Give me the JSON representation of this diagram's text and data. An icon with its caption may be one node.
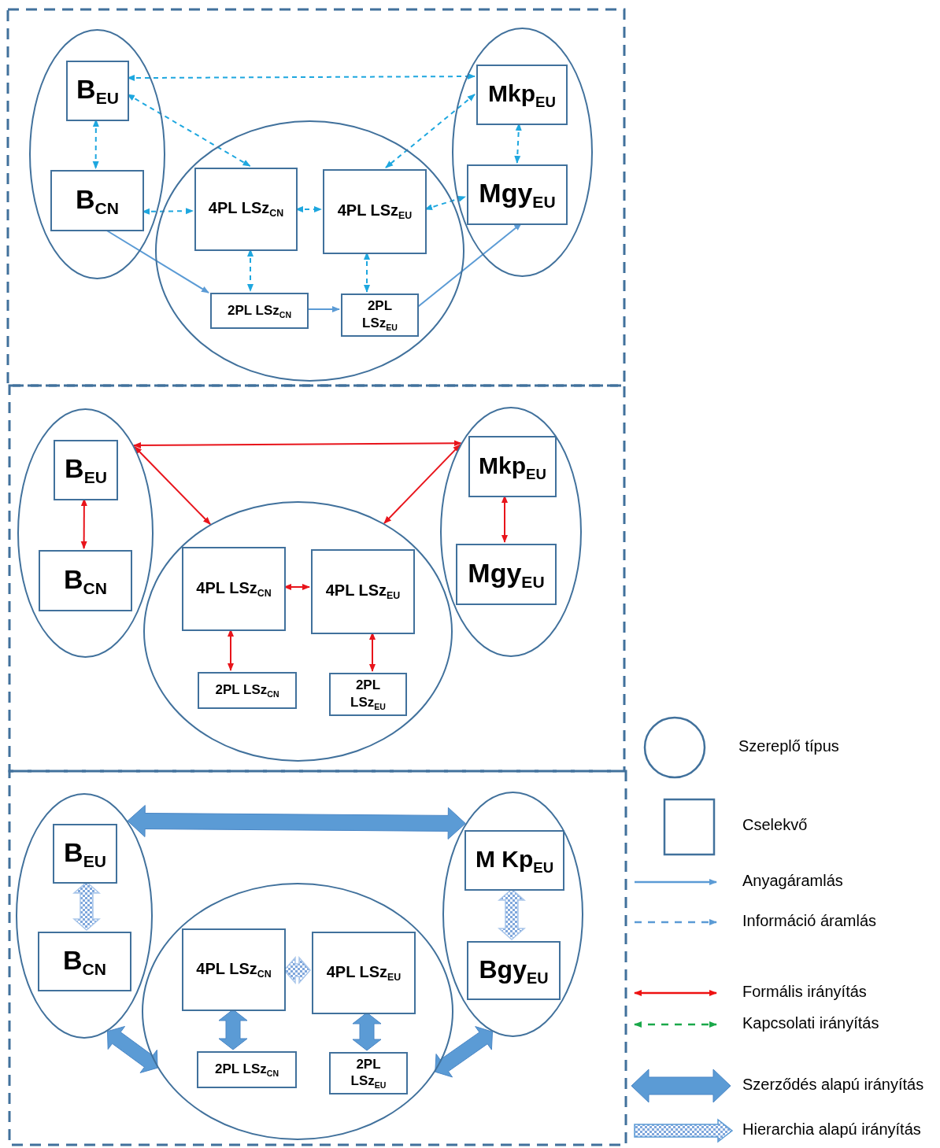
{
  "diagram": {
    "nodes": [
      {
        "text": [],
        "shape": "ellipse"
      },
      {
        "text": [
          "B$_{EU}$"
        ],
        "in": 0
      },
      {
        "text": [
          "B$_{CN}$"
        ],
        "in": 0
      },
      {
        "text": [],
        "shape": "ellipse"
      },
      {
        "text": [
          "4PL LSz$_{CN}$"
        ],
        "in": 3
      },
      {
        "text": [
          "4PL LSz$_{EU}$"
        ],
        "in": 3
      },
      {
        "text": [
          "2PL LSz$_{CN}$"
        ],
        "in": 3
      },
      {
        "text": [
          "2PL LSz$_{EU}$"
        ],
        "in": 3
      },
      {
        "text": [],
        "shape": "ellipse"
      },
      {
        "text": [
          "Mkp$_{EU}$"
        ],
        "in": 8
      },
      {
        "text": [
          "Mgy$_{EU}$"
        ],
        "in": 8
      },
      {
        "text": [],
        "shape": "ellipse"
      },
      {
        "text": [
          "B$_{EU}$"
        ],
        "in": 11
      },
      {
        "text": [
          "B$_{CN}$"
        ],
        "in": 11
      },
      {
        "text": [],
        "shape": "ellipse"
      },
      {
        "text": [
          "4PL LSz$_{CN}$"
        ],
        "in": 14
      },
      {
        "text": [
          "4PL LSz$_{EU}$"
        ],
        "in": 14
      },
      {
        "text": [
          "2PL LSz$_{CN}$"
        ],
        "in": 14
      },
      {
        "text": [
          "2PL LSz$_{EU}$"
        ],
        "in": 14
      },
      {
        "text": [],
        "shape": "ellipse"
      },
      {
        "text": [
          "Mkp$_{EU}$"
        ],
        "in": 19
      },
      {
        "text": [
          "Mgy$_{EU}$"
        ],
        "in": 19
      },
      {
        "text": [],
        "shape": "ellipse"
      },
      {
        "text": [
          "B$_{EU}$"
        ],
        "in": 22
      },
      {
        "text": [
          "B$_{CN}$"
        ],
        "in": 22
      },
      {
        "text": [],
        "shape": "ellipse"
      },
      {
        "text": [
          "4PL LSz$_{CN}$"
        ],
        "in": 25
      },
      {
        "text": [
          "4PL LSz$_{EU}$"
        ],
        "in": 25
      },
      {
        "text": [
          "2PL LSz$_{CN}$"
        ],
        "in": 25
      },
      {
        "text": [
          "2PL LSz$_{EU}$"
        ],
        "in": 25
      },
      {
        "text": [],
        "shape": "ellipse"
      },
      {
        "text": [
          "M Kp$_{EU}$"
        ],
        "in": 30
      },
      {
        "text": [
          "Bgy$_{EU}$"
        ],
        "in": 30
      }
    ],
    "edges": [
      {
        "from": 1,
        "to": 9,
        "arrow": "both",
        "style": "dashed",
        "color": "#1ea7df"
      },
      {
        "from": 1,
        "to": 4,
        "arrow": "both",
        "style": "dashed",
        "color": "#1ea7df"
      },
      {
        "from": 1,
        "to": 2,
        "arrow": "both",
        "style": "dashed",
        "color": "#1ea7df"
      },
      {
        "from": 2,
        "to": 4,
        "arrow": "both",
        "style": "dashed",
        "color": "#1ea7df"
      },
      {
        "from": 4,
        "to": 5,
        "arrow": "both",
        "style": "dashed",
        "color": "#1ea7df"
      },
      {
        "from": 5,
        "to": 10,
        "arrow": "both",
        "style": "dashed",
        "color": "#1ea7df"
      },
      {
        "from": 9,
        "to": 5,
        "arrow": "both",
        "style": "dashed",
        "color": "#1ea7df"
      },
      {
        "from": 9,
        "to": 10,
        "arrow": "both",
        "style": "dashed",
        "color": "#1ea7df"
      },
      {
        "from": 4,
        "to": 6,
        "arrow": "both",
        "style": "dashed",
        "color": "#1ea7df"
      },
      {
        "from": 5,
        "to": 7,
        "arrow": "both",
        "style": "dashed",
        "color": "#1ea7df"
      },
      {
        "from": 2,
        "to": 6,
        "arrow": "to"
      },
      {
        "from": 6,
        "to": 7,
        "arrow": "to"
      },
      {
        "from": 7,
        "to": 10,
        "arrow": "to"
      },
      {
        "from": 12,
        "to": 13,
        "arrow": "both",
        "color": "#e8141b"
      },
      {
        "from": 11,
        "to": 19,
        "arrow": "both",
        "color": "#e8141b"
      },
      {
        "from": 11,
        "to": 14,
        "arrow": "both",
        "color": "#e8141b"
      },
      {
        "from": 19,
        "to": 14,
        "arrow": "both",
        "color": "#e8141b"
      },
      {
        "from": 15,
        "to": 16,
        "arrow": "both",
        "color": "#e8141b"
      },
      {
        "from": 15,
        "to": 17,
        "arrow": "both",
        "color": "#e8141b"
      },
      {
        "from": 16,
        "to": 18,
        "arrow": "both",
        "color": "#e8141b"
      },
      {
        "from": 20,
        "to": 21,
        "arrow": "both",
        "color": "#e8141b"
      },
      {
        "from": 22,
        "to": 30,
        "arrow": "both",
        "style": "thick"
      },
      {
        "from": 22,
        "to": 25,
        "arrow": "both",
        "style": "thick"
      },
      {
        "from": 30,
        "to": 25,
        "arrow": "both",
        "style": "thick"
      },
      {
        "from": 26,
        "to": 28,
        "arrow": "both",
        "style": "thick"
      },
      {
        "from": 27,
        "to": 29,
        "arrow": "both",
        "style": "thick"
      },
      {
        "from": 23,
        "to": 24,
        "arrow": "both",
        "style": "thick",
        "color": "#a9c6ea"
      },
      {
        "from": 26,
        "to": 27,
        "arrow": "both",
        "style": "thick",
        "color": "#a9c6ea"
      },
      {
        "from": 31,
        "to": 32,
        "arrow": "both",
        "style": "thick",
        "color": "#a9c6ea"
      }
    ],
    "legend": [
      {
        "text": "Szereplő típus"
      },
      {
        "text": "Cselekvő"
      },
      {
        "text": "Anyagáramlás"
      },
      {
        "text": "Információ áramlás"
      },
      {
        "text": "Formális irányítás"
      },
      {
        "text": "Kapcsolati irányítás"
      },
      {
        "text": "Szerződés alapú irányítás"
      },
      {
        "text": "Hierarchia alapú irányítás"
      }
    ]
  }
}
